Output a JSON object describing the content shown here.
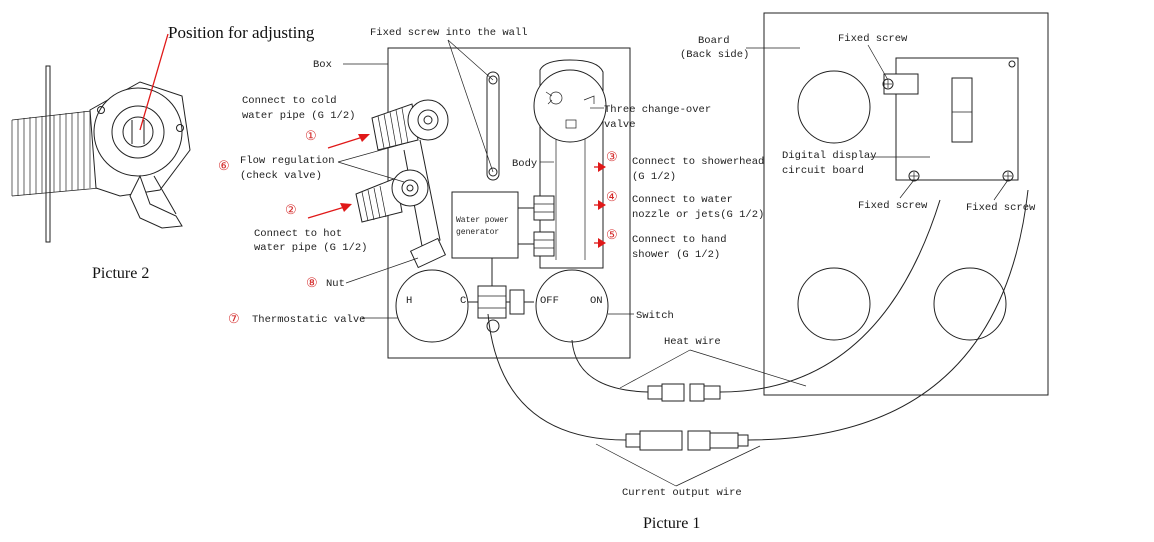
{
  "captions": {
    "picture1": "Picture 1",
    "picture2": "Picture 2",
    "position_for_adjusting": "Position for adjusting"
  },
  "labels": {
    "fixed_screw_wall": "Fixed screw into the wall",
    "box": "Box",
    "board_line1": "Board",
    "board_line2": "(Back side)",
    "fixed_screw_top": "Fixed screw",
    "fixed_screw_left": "Fixed screw",
    "fixed_screw_right": "Fixed screw",
    "cold_line1": "Connect to cold",
    "cold_line2": "water pipe (G 1/2)",
    "flow_line1": "Flow regulation",
    "flow_line2": "(check valve)",
    "hot_line1": "Connect to hot",
    "hot_line2": "water pipe (G 1/2)",
    "nut": "Nut",
    "thermostatic": "Thermostatic valve",
    "three_line1": "Three change-over",
    "three_line2": "valve",
    "body": "Body",
    "shower_line1": "Connect to showerhead",
    "shower_line2": "(G 1/2)",
    "nozzle_line1": "Connect to water",
    "nozzle_line2": "nozzle or jets(G 1/2)",
    "hand_line1": "Connect to hand",
    "hand_line2": "shower (G 1/2)",
    "switch": "Switch",
    "digital_line1": "Digital display",
    "digital_line2": "circuit board",
    "heat_wire": "Heat wire",
    "current_wire": "Current output wire",
    "generator_line1": "Water power",
    "generator_line2": "generator",
    "valve_h": "H",
    "valve_c": "C",
    "switch_off": "OFF",
    "switch_on": "ON"
  },
  "markers": [
    "①",
    "②",
    "③",
    "④",
    "⑤",
    "⑥",
    "⑦",
    "⑧"
  ],
  "colors": {
    "callout": "#e01818",
    "marker": "#d42a2a",
    "line": "#222222"
  }
}
